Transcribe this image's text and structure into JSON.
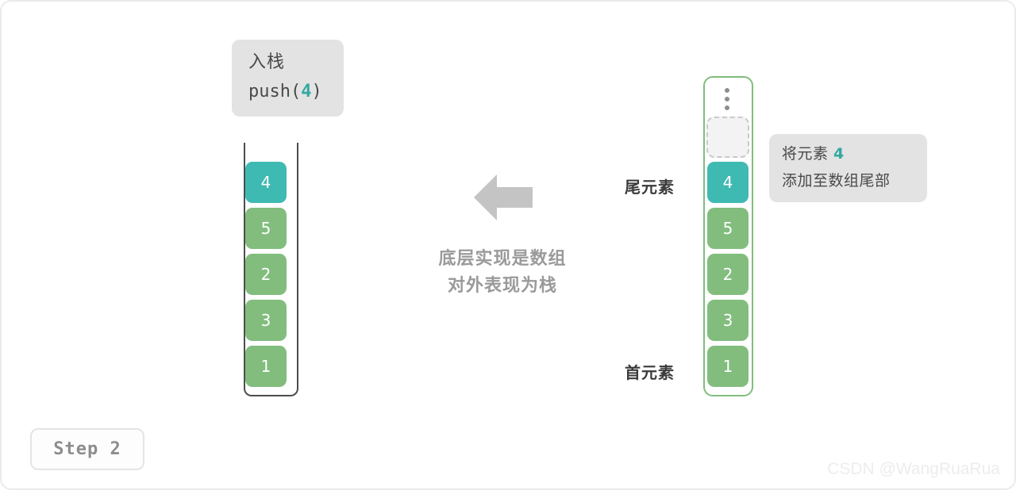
{
  "canvas": {
    "background": "#ffffff",
    "border_color": "#ebebeb"
  },
  "colors": {
    "teal": "#3fbab3",
    "green": "#82bd7e",
    "teal_text": "#33a8a0",
    "arrow_gray": "#c4c4c4",
    "callout_bg": "#e3e3e3",
    "stack_border": "#4d4d4d",
    "array_border": "#81bd7d"
  },
  "push_callout": {
    "title": "入栈",
    "code_prefix": "push(",
    "code_value": "4",
    "code_suffix": ")"
  },
  "stack": {
    "name": "stack-open-top-container",
    "cells": [
      {
        "value": "4",
        "color": "teal"
      },
      {
        "value": "5",
        "color": "green"
      },
      {
        "value": "2",
        "color": "green"
      },
      {
        "value": "3",
        "color": "green"
      },
      {
        "value": "1",
        "color": "green"
      }
    ]
  },
  "array": {
    "name": "array-closed-container",
    "ellipsis": "⋮",
    "empty_slot_label": "",
    "cells": [
      {
        "value": "4",
        "color": "teal"
      },
      {
        "value": "5",
        "color": "green"
      },
      {
        "value": "2",
        "color": "green"
      },
      {
        "value": "3",
        "color": "green"
      },
      {
        "value": "1",
        "color": "green"
      }
    ]
  },
  "labels": {
    "tail_element": "尾元素",
    "head_element": "首元素"
  },
  "tail_callout": {
    "line1_prefix": "将元素 ",
    "line1_value": "4",
    "line2": "添加至数组尾部"
  },
  "center": {
    "arrow_direction": "left",
    "caption_line1": "底层实现是数组",
    "caption_line2": "对外表现为栈"
  },
  "step_badge": {
    "label": "Step 2"
  },
  "watermark": {
    "text": "CSDN @WangRuaRua"
  }
}
